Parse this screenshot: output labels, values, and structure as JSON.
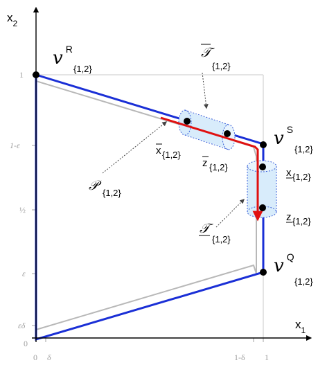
{
  "axes": {
    "x_label": "x",
    "x_sub": "1",
    "y_label": "x",
    "y_sub": "2"
  },
  "ticks": {
    "x": [
      "0",
      "δ",
      "1-δ",
      "1"
    ],
    "y": [
      "1",
      "1-ε",
      "½",
      "ε",
      "εδ",
      "0"
    ]
  },
  "vertices": {
    "v_symbol": "v",
    "R": {
      "sup": "R",
      "sub": "{1,2}"
    },
    "S": {
      "sup": "S",
      "sub": "{1,2}"
    },
    "Q": {
      "sup": "Q",
      "sub": "{1,2}"
    }
  },
  "path_label": {
    "symbol": "𝒫",
    "sub": "{1,2}"
  },
  "tube_upper": {
    "symbol": "𝒯",
    "sub": "{1,2}"
  },
  "tube_lower": {
    "symbol": "𝒯",
    "sub": "{1,2}"
  },
  "points": {
    "x_upper": {
      "text": "x",
      "sub": "{1,2}"
    },
    "z_upper": {
      "text": "z",
      "sub": "{1,2}"
    },
    "x_lower": {
      "text": "x",
      "sub": "{1,2}"
    },
    "z_lower": {
      "text": "z",
      "sub": "{1,2}"
    }
  },
  "colors": {
    "boundary": "#1a2fd6",
    "path": "#e01010",
    "tube_fill": "#d8ecfb",
    "tube_stroke": "#3a5fd9",
    "grey": "#b8b8b8"
  }
}
